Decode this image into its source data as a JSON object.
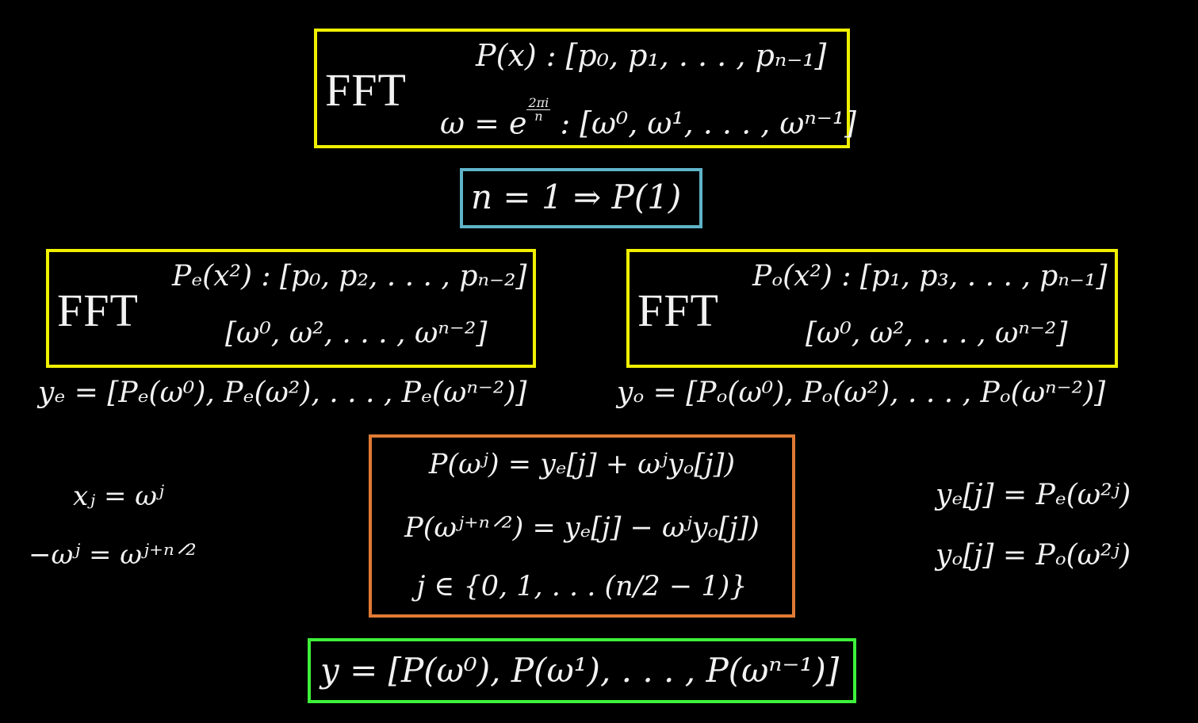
{
  "fft_label": "FFT",
  "top_box": {
    "line1": "P(x) : [p₀, p₁, . . . , pₙ₋₁]",
    "omega_prefix": "ω = e",
    "frac_num": "2πi",
    "frac_den": "n",
    "omega_list": " : [ω⁰, ω¹, . . . , ωⁿ⁻¹]"
  },
  "base_case": "n = 1 ⇒ P(1)",
  "even_box": {
    "line1": "Pₑ(x²) : [p₀, p₂, . . . , pₙ₋₂]",
    "line2": "[ω⁰, ω², . . . , ωⁿ⁻²]"
  },
  "odd_box": {
    "line1": "Pₒ(x²) : [p₁, p₃, . . . , pₙ₋₁]",
    "line2": "[ω⁰, ω², . . . , ωⁿ⁻²]"
  },
  "y_even": "yₑ = [Pₑ(ω⁰), Pₑ(ω²), . . . , Pₑ(ωⁿ⁻²)]",
  "y_odd": "yₒ = [Pₒ(ω⁰), Pₒ(ω²), . . . , Pₒ(ωⁿ⁻²)]",
  "left_notes": {
    "line1": "xⱼ = ωʲ",
    "line2": "−ωʲ = ωʲ⁺ⁿᐟ²"
  },
  "combine_box": {
    "line1": "P(ωʲ) = yₑ[j] + ωʲyₒ[j])",
    "line2": "P(ωʲ⁺ⁿᐟ²) = yₑ[j] − ωʲyₒ[j])",
    "line3": "j ∈ {0, 1, . . . (n/2 − 1)}"
  },
  "right_notes": {
    "line1": "yₑ[j] = Pₑ(ω²ʲ)",
    "line2": "yₒ[j] = Pₒ(ω²ʲ)"
  },
  "result": "y = [P(ω⁰), P(ω¹), . . . , P(ωⁿ⁻¹)]",
  "colors": {
    "fft_box": "#f0f000",
    "base_box": "#5fb4c8",
    "combine_box": "#e07a34",
    "result_box": "#3ef03a",
    "background": "#000000",
    "text": "#f2f2f2"
  }
}
